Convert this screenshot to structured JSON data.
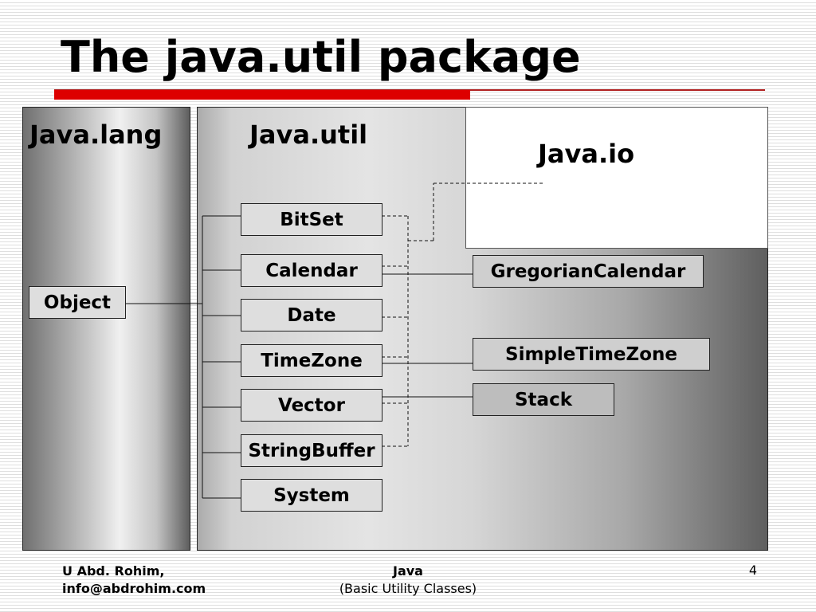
{
  "slide": {
    "title": "The java.util package",
    "page_number": "4"
  },
  "packages": {
    "lang": {
      "label": "Java.lang",
      "classes": [
        "Object"
      ]
    },
    "util": {
      "label": "Java.util",
      "classes": [
        "BitSet",
        "Calendar",
        "Date",
        "TimeZone",
        "Vector",
        "StringBuffer",
        "System"
      ]
    },
    "io": {
      "label": "Java.io"
    }
  },
  "subclasses": {
    "gregorian": "GregorianCalendar",
    "simple_time_zone": "SimpleTimeZone",
    "stack": "Stack"
  },
  "footer": {
    "author": "U Abd. Rohim,",
    "email": "info@abdrohim.com",
    "course": "Java",
    "topic": "(Basic Utility Classes)"
  },
  "colors": {
    "accent_red": "#dd0000",
    "rule": "#b22222"
  }
}
